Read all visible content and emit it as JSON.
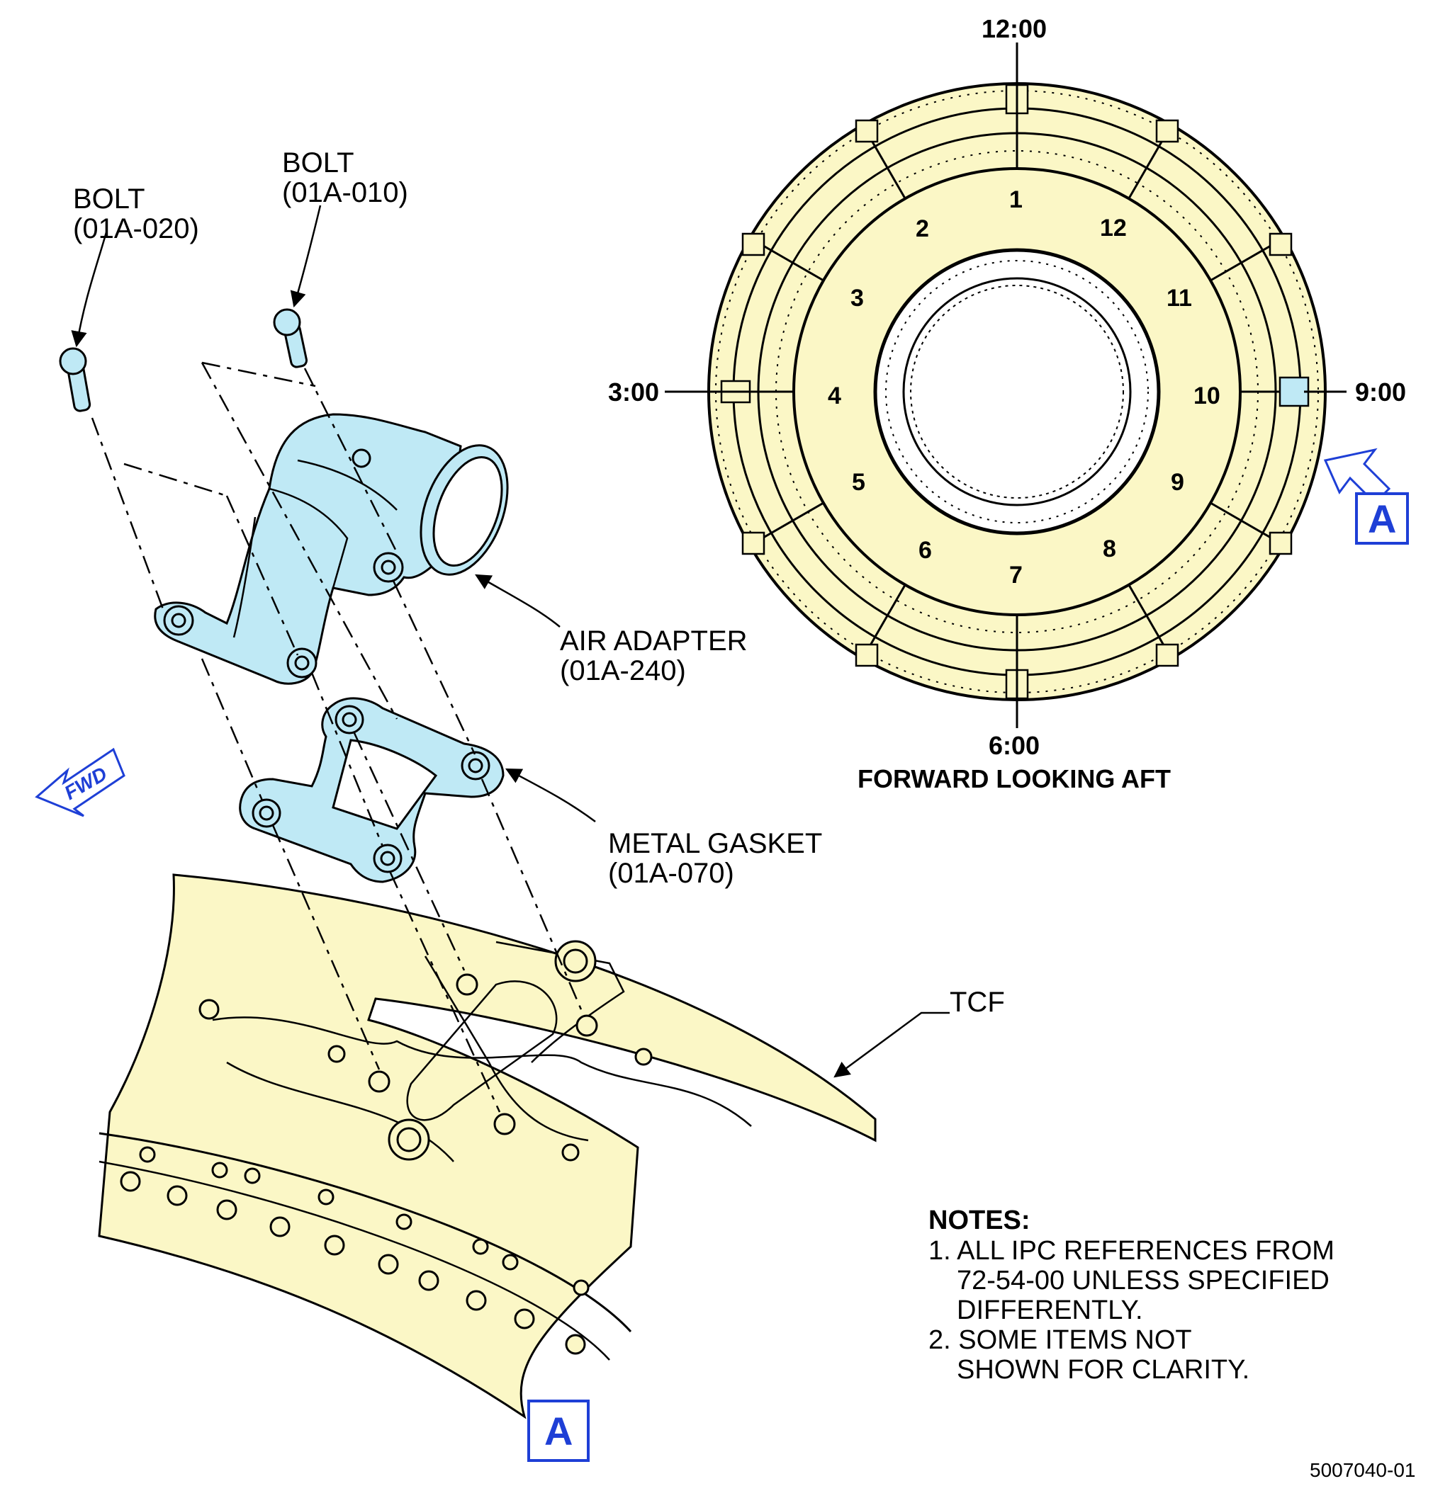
{
  "labels": {
    "bolt_a_name": "BOLT",
    "bolt_a_ref": "(01A-020)",
    "bolt_b_name": "BOLT",
    "bolt_b_ref": "(01A-010)",
    "air_adapter_name": "AIR ADAPTER",
    "air_adapter_ref": "(01A-240)",
    "gasket_name": "METAL GASKET",
    "gasket_ref": "(01A-070)",
    "tcf": "TCF",
    "fwd": "FWD"
  },
  "view_marker": "A",
  "clock": {
    "top": "12:00",
    "bottom": "6:00",
    "left": "3:00",
    "right": "9:00",
    "caption": "FORWARD LOOKING AFT"
  },
  "positions": [
    "1",
    "2",
    "3",
    "4",
    "5",
    "6",
    "7",
    "8",
    "9",
    "10",
    "11",
    "12"
  ],
  "notes": {
    "heading": "NOTES:",
    "n1_line1": "1. ALL IPC REFERENCES FROM",
    "n1_line2": "72-54-00 UNLESS SPECIFIED",
    "n1_line3": "DIFFERENTLY.",
    "n2_line1": "2. SOME ITEMS NOT",
    "n2_line2": "SHOWN FOR CLARITY."
  },
  "figure_number": "5007040-01",
  "colors": {
    "part_highlight": "#bfe9f5",
    "frame_fill": "#fbf7c6",
    "view_marker": "#1e3fd6",
    "line": "#000000"
  }
}
